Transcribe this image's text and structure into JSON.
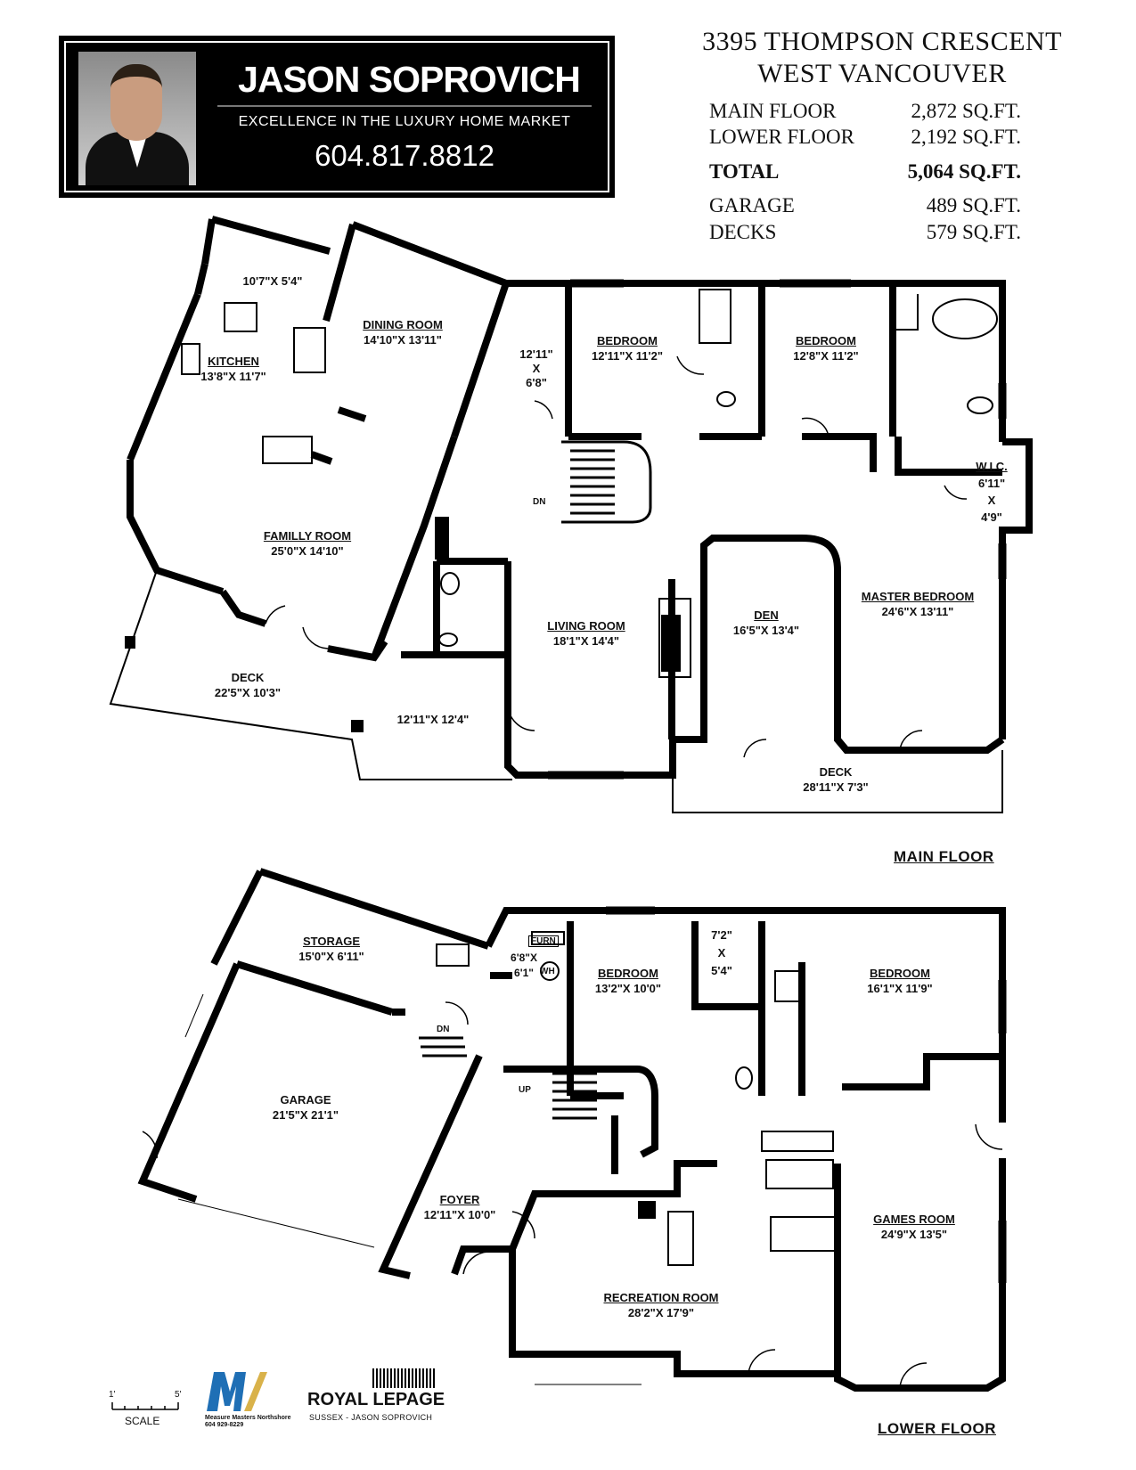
{
  "agent": {
    "name": "JASON SOPROVICH",
    "tagline": "EXCELLENCE IN THE LUXURY HOME MARKET",
    "phone": "604.817.8812"
  },
  "property": {
    "address_line1": "3395 THOMPSON CRESCENT",
    "address_line2": "WEST VANCOUVER",
    "areas": [
      {
        "label": "MAIN FLOOR",
        "value": "2,872 SQ.FT."
      },
      {
        "label": "LOWER FLOOR",
        "value": "2,192 SQ.FT."
      },
      {
        "label": "TOTAL",
        "value": "5,064 SQ.FT."
      },
      {
        "label": "GARAGE",
        "value": "489 SQ.FT."
      },
      {
        "label": "DECKS",
        "value": "579 SQ.FT."
      }
    ]
  },
  "main_floor": {
    "label": "MAIN FLOOR",
    "rooms": [
      {
        "name": "DINING ROOM",
        "dims": "14'10\"X 13'11\""
      },
      {
        "name": "KITCHEN",
        "dims": "13'8\"X 11'7\""
      },
      {
        "name": "BEDROOM",
        "dims": "12'11\"X 11'2\""
      },
      {
        "name": "BEDROOM",
        "dims": "12'8\"X 11'2\""
      },
      {
        "name": "FAMILLY ROOM",
        "dims": "25'0\"X 14'10\""
      },
      {
        "name": "LIVING ROOM",
        "dims": "18'1\"X 14'4\""
      },
      {
        "name": "DEN",
        "dims": "16'5\"X 13'4\""
      },
      {
        "name": "MASTER BEDROOM",
        "dims": "24'6\"X 13'11\""
      },
      {
        "name": "DECK",
        "dims": "22'5\"X 10'3\""
      },
      {
        "name": "DECK",
        "dims": "28'11\"X 7'3\""
      },
      {
        "name": "W.I.C.",
        "dims": "6'11\" X 4'9\""
      }
    ],
    "extra_dims": {
      "pantry": "10'7\"X 5'4\"",
      "hall_w": "12'11\"",
      "hall_x": "X",
      "hall_h": "6'8\"",
      "deck_small": "12'11\"X 12'4\""
    },
    "dn": "DN"
  },
  "lower_floor": {
    "label": "LOWER FLOOR",
    "rooms": [
      {
        "name": "STORAGE",
        "dims": "15'0\"X 6'11\""
      },
      {
        "name": "BEDROOM",
        "dims": "13'2\"X 10'0\""
      },
      {
        "name": "BEDROOM",
        "dims": "16'1\"X 11'9\""
      },
      {
        "name": "GARAGE",
        "dims": "21'5\"X 21'1\""
      },
      {
        "name": "FOYER",
        "dims": "12'11\"X 10'0\""
      },
      {
        "name": "GAMES ROOM",
        "dims": "24'9\"X 13'5\""
      },
      {
        "name": "RECREATION ROOM",
        "dims": "28'2\"X 17'9\""
      }
    ],
    "extra": {
      "furn": "FURN",
      "wh": "WH",
      "mech_w": "6'8\"X",
      "mech_h": "6'1\"",
      "closet_w": "7'2\"",
      "closet_x": "X",
      "closet_h": "5'4\"",
      "dn": "DN",
      "up": "UP"
    }
  },
  "footer": {
    "scale_label": "SCALE",
    "scale_start": "1'",
    "scale_end": "5'",
    "mm_name": "Measure Masters Northshore",
    "mm_phone": "604 929-8229",
    "brokerage": "ROYAL LEPAGE",
    "brokerage_sub": "SUSSEX - JASON SOPROVICH"
  }
}
